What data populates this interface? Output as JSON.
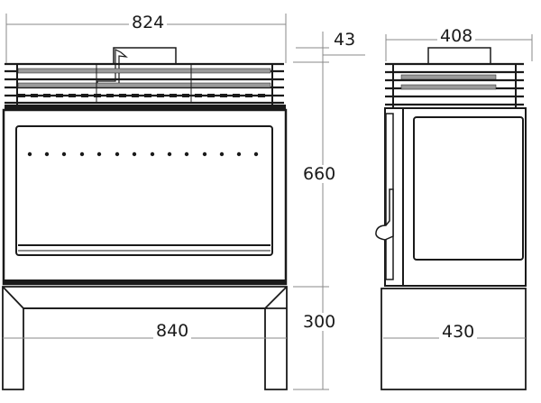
{
  "diagram": {
    "type": "technical-dimension-drawing",
    "subject": "stove-front-and-side-view",
    "units": "mm",
    "colors": {
      "line": "#1a1a1a",
      "dim_line": "#8a8a8a",
      "background": "#ffffff"
    },
    "front_view": {
      "dimensions": {
        "body_width": "824",
        "top_grille_height": "43",
        "body_height": "660",
        "base_height": "300",
        "base_width": "840"
      },
      "door_dots": 14
    },
    "side_view": {
      "dimensions": {
        "body_depth": "408",
        "base_depth": "430"
      }
    }
  }
}
